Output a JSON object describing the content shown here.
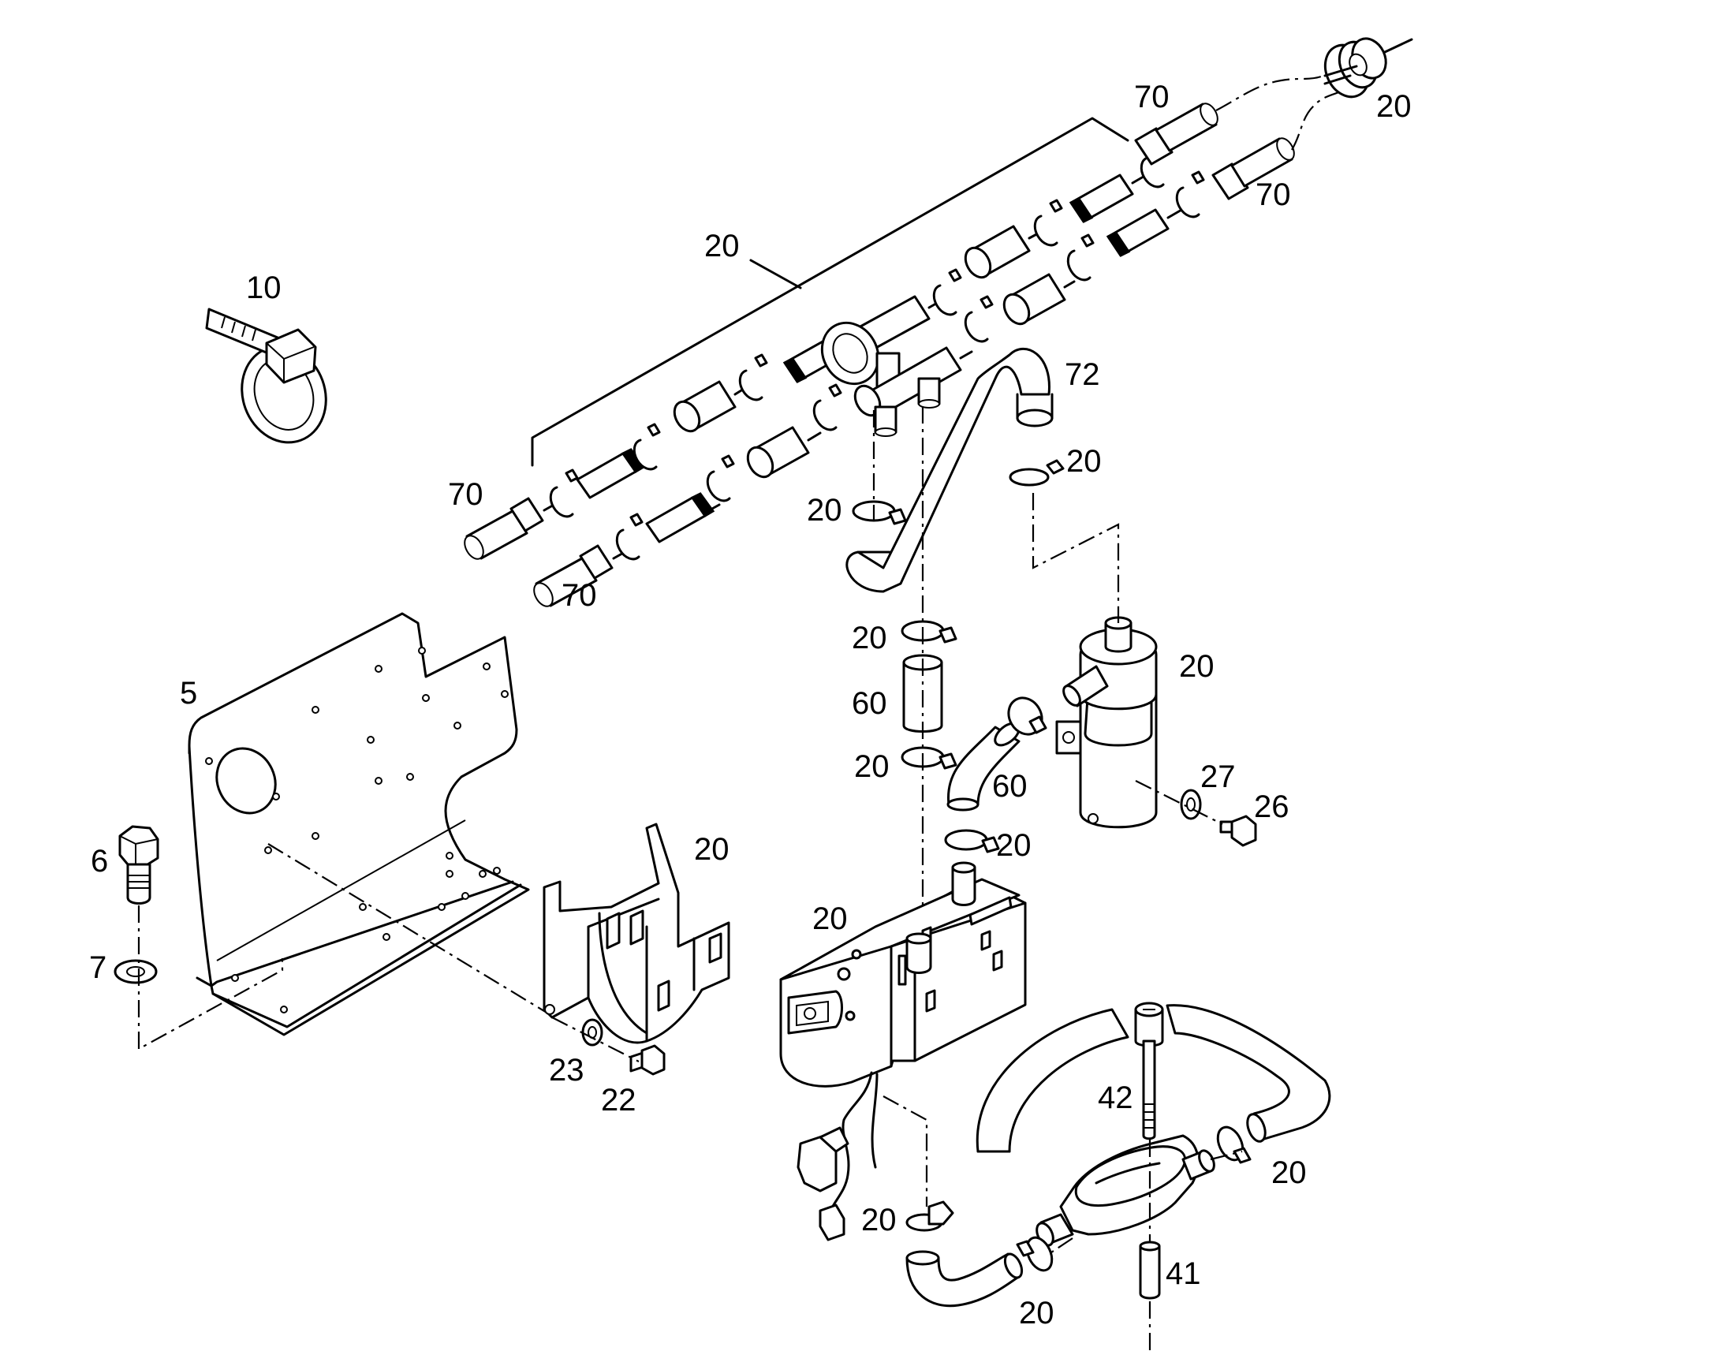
{
  "diagram": {
    "callouts": {
      "c5": "5",
      "c6": "6",
      "c7": "7",
      "c10": "10",
      "c20_top_right": "20",
      "c70_top": "70",
      "c70_right": "70",
      "c20_line": "20",
      "c70_left": "70",
      "c70_bottom": "70",
      "c72": "72",
      "c20_pipe_clamp": "20",
      "c20_left_clamp": "20",
      "c20_mid_clamp": "20",
      "c60_sleeve": "60",
      "c20_lower_clamp": "20",
      "c60_elbow": "60",
      "c20_pump": "20",
      "c27": "27",
      "c26": "26",
      "c20_bracket": "20",
      "c20_heater_clamp": "20",
      "c20_heater": "20",
      "c23": "23",
      "c22": "22",
      "c42": "42",
      "c20_exhaust_clamp": "20",
      "c20_bottom_clamp": "20",
      "c20_bottom": "20",
      "c41": "41"
    }
  }
}
